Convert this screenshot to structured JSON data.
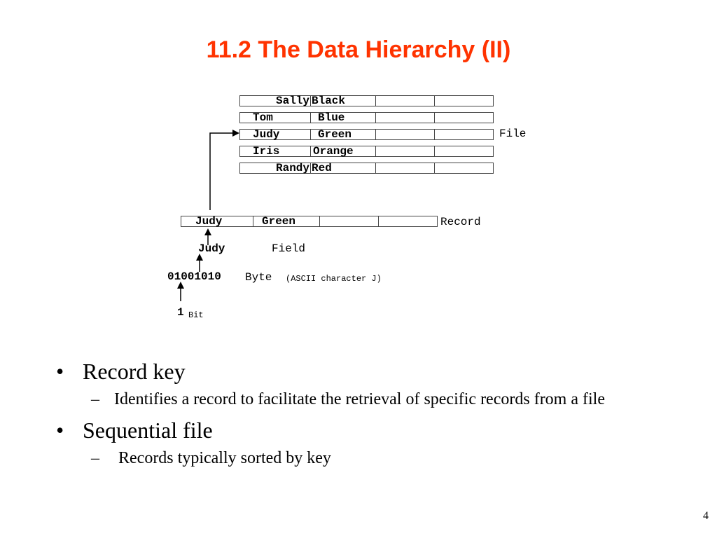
{
  "title": "11.2 The Data Hierarchy (II)",
  "diagram": {
    "file_table": [
      [
        "Sally",
        "Black",
        "",
        ""
      ],
      [
        "Tom",
        "Blue",
        "",
        ""
      ],
      [
        "Judy",
        "Green",
        "",
        ""
      ],
      [
        "Iris",
        "Orange",
        "",
        ""
      ],
      [
        "Randy",
        "Red",
        "",
        ""
      ]
    ],
    "file_label": "File",
    "record_row": [
      "Judy",
      "Green",
      "",
      ""
    ],
    "record_label": "Record",
    "field_value": "Judy",
    "field_label": "Field",
    "byte_value": "01001010",
    "byte_label": "Byte",
    "byte_note": "(ASCII character J)",
    "bit_value": "1",
    "bit_label": "Bit"
  },
  "bullets": [
    {
      "text": "Record key",
      "subitems": [
        "Identifies a record to facilitate the retrieval of specific records from a file"
      ]
    },
    {
      "text": "Sequential file",
      "subitems": [
        "Records typically sorted by key"
      ]
    }
  ],
  "bullet_mark": "•",
  "sub_mark": "–",
  "page_number": "4",
  "colors": {
    "title": "#ff3300"
  }
}
